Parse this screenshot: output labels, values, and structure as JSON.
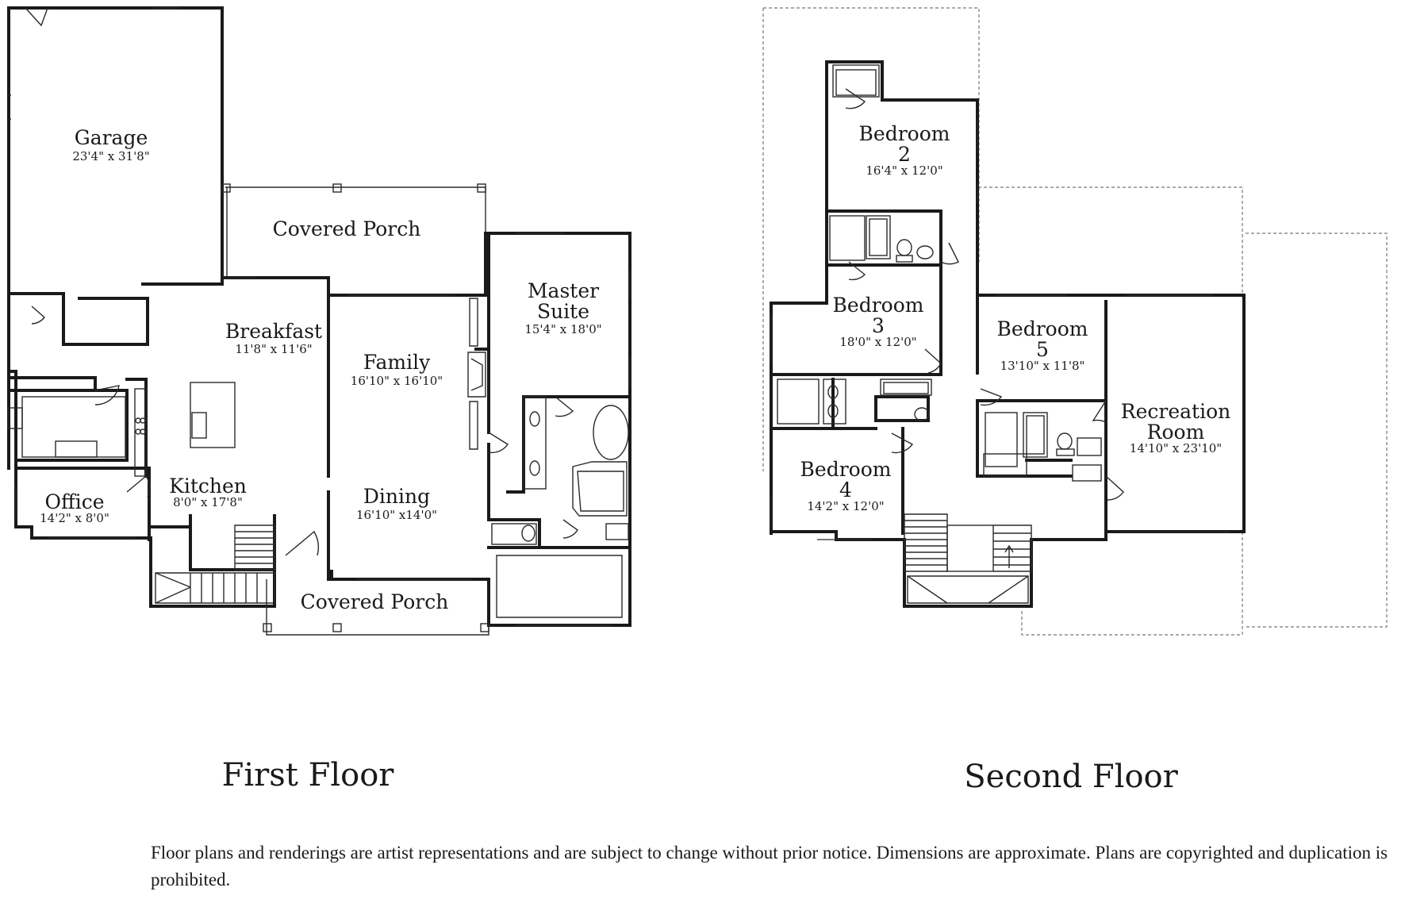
{
  "first_floor": {
    "label": "First Floor",
    "rooms": [
      {
        "id": "garage",
        "name": [
          "Garage"
        ],
        "dims": "23'4\" x 31'8\""
      },
      {
        "id": "covered-porch-rear",
        "name": [
          "Covered Porch"
        ],
        "dims": ""
      },
      {
        "id": "breakfast",
        "name": [
          "Breakfast"
        ],
        "dims": "11'8\" x 11'6\""
      },
      {
        "id": "family",
        "name": [
          "Family"
        ],
        "dims": "16'10\" x 16'10\""
      },
      {
        "id": "master-suite",
        "name": [
          "Master",
          "Suite"
        ],
        "dims": "15'4\" x 18'0\""
      },
      {
        "id": "kitchen",
        "name": [
          "Kitchen"
        ],
        "dims": "8'0\" x 17'8\""
      },
      {
        "id": "office",
        "name": [
          "Office"
        ],
        "dims": "14'2\" x 8'0\""
      },
      {
        "id": "dining",
        "name": [
          "Dining"
        ],
        "dims": "16'10\" x14'0\""
      },
      {
        "id": "covered-porch-front",
        "name": [
          "Covered Porch"
        ],
        "dims": ""
      }
    ]
  },
  "second_floor": {
    "label": "Second Floor",
    "rooms": [
      {
        "id": "bedroom-2",
        "name": [
          "Bedroom",
          "2"
        ],
        "dims": "16'4\" x 12'0\""
      },
      {
        "id": "bedroom-3",
        "name": [
          "Bedroom",
          "3"
        ],
        "dims": "18'0\" x 12'0\""
      },
      {
        "id": "bedroom-5",
        "name": [
          "Bedroom",
          "5"
        ],
        "dims": "13'10\" x 11'8\""
      },
      {
        "id": "recreation-room",
        "name": [
          "Recreation",
          "Room"
        ],
        "dims": "14'10\" x 23'10\""
      },
      {
        "id": "bedroom-4",
        "name": [
          "Bedroom",
          "4"
        ],
        "dims": "14'2\" x 12'0\""
      }
    ]
  },
  "disclaimer": "Floor plans and renderings are artist representations and are subject to change without prior notice. Dimensions are approximate. Plans are copyrighted and duplication is prohibited."
}
